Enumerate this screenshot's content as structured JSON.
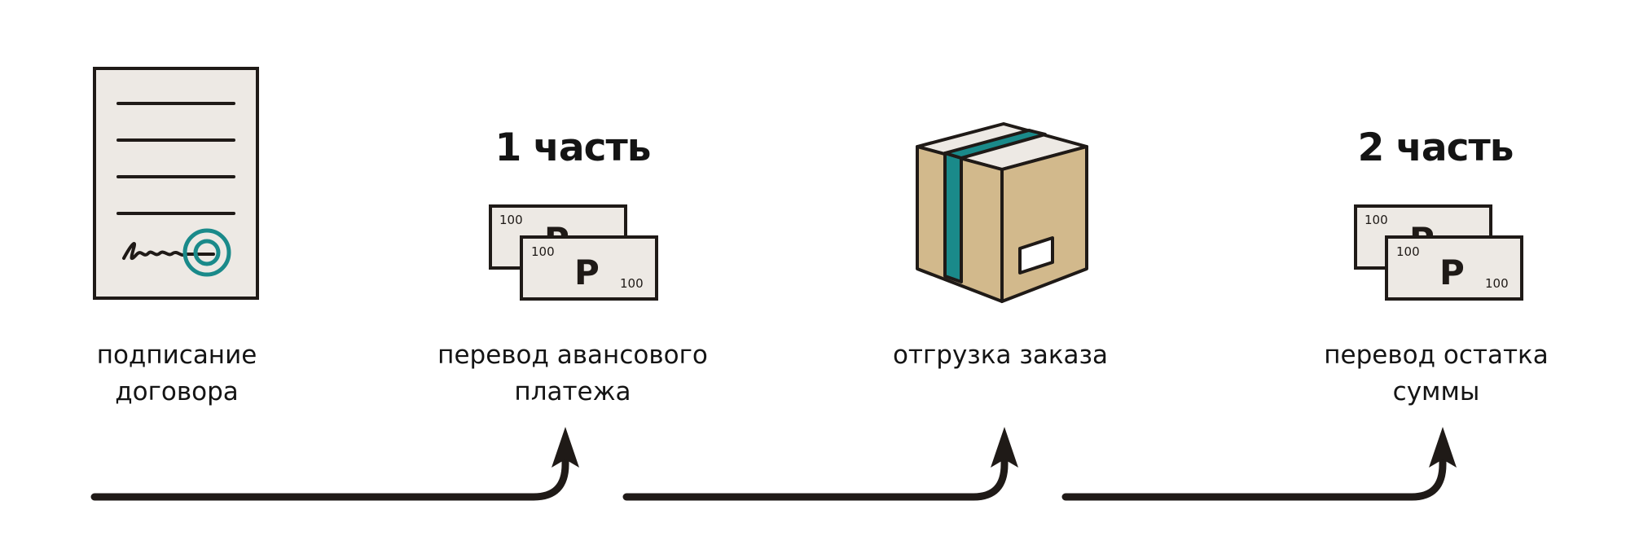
{
  "steps": [
    {
      "label_lines": [
        "подписание",
        "договора"
      ],
      "icon": "contract-document-icon"
    },
    {
      "part_title": "1 часть",
      "label_lines": [
        "перевод авансового",
        "платежа"
      ],
      "icon": "banknotes-icon"
    },
    {
      "label_lines": [
        "отгрузка заказа"
      ],
      "icon": "parcel-box-icon"
    },
    {
      "part_title": "2 часть",
      "label_lines": [
        "перевод остатка",
        "суммы"
      ],
      "icon": "banknotes-icon"
    }
  ],
  "banknote": {
    "currency_symbol": "Р",
    "denomination": "100"
  },
  "colors": {
    "line": "#1f1a17",
    "paper": "#ede9e4",
    "teal": "#1a8a8a",
    "cardboard": "#d2b98c"
  }
}
